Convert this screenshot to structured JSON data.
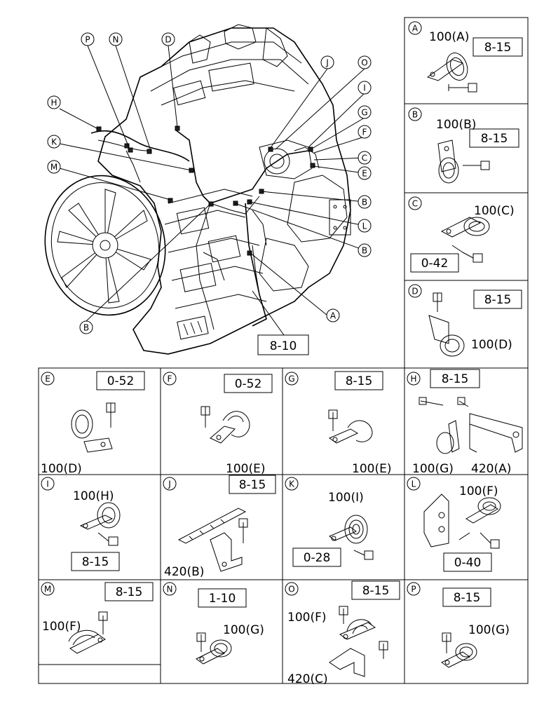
{
  "main_view": {
    "callouts": [
      "P",
      "N",
      "D",
      "J",
      "O",
      "I",
      "G",
      "F",
      "C",
      "E",
      "H",
      "K",
      "M",
      "B",
      "L",
      "B",
      "B",
      "A"
    ],
    "ref_box": "8-10"
  },
  "details": [
    {
      "letter": "A",
      "parts": [
        "100(A)"
      ],
      "refs": [
        "8-15"
      ]
    },
    {
      "letter": "B",
      "parts": [
        "100(B)"
      ],
      "refs": [
        "8-15"
      ]
    },
    {
      "letter": "C",
      "parts": [
        "100(C)"
      ],
      "refs": [
        "0-42"
      ]
    },
    {
      "letter": "D",
      "parts": [
        "100(D)"
      ],
      "refs": [
        "8-15"
      ]
    },
    {
      "letter": "E",
      "parts": [
        "100(D)"
      ],
      "refs": [
        "0-52"
      ]
    },
    {
      "letter": "F",
      "parts": [
        "100(E)"
      ],
      "refs": [
        "0-52"
      ]
    },
    {
      "letter": "G",
      "parts": [
        "100(E)"
      ],
      "refs": [
        "8-15"
      ]
    },
    {
      "letter": "H",
      "parts": [
        "100(G)",
        "420(A)"
      ],
      "refs": [
        "8-15"
      ]
    },
    {
      "letter": "I",
      "parts": [
        "100(H)"
      ],
      "refs": [
        "8-15"
      ]
    },
    {
      "letter": "J",
      "parts": [
        "420(B)"
      ],
      "refs": [
        "8-15"
      ]
    },
    {
      "letter": "K",
      "parts": [
        "100(I)"
      ],
      "refs": [
        "0-28"
      ]
    },
    {
      "letter": "L",
      "parts": [
        "100(F)"
      ],
      "refs": [
        "0-40"
      ]
    },
    {
      "letter": "M",
      "parts": [
        "100(F)"
      ],
      "refs": [
        "8-15"
      ]
    },
    {
      "letter": "N",
      "parts": [
        "100(G)"
      ],
      "refs": [
        "1-10"
      ]
    },
    {
      "letter": "O",
      "parts": [
        "100(F)",
        "420(C)"
      ],
      "refs": [
        "8-15"
      ]
    },
    {
      "letter": "P",
      "parts": [
        "100(G)"
      ],
      "refs": [
        "8-15"
      ]
    }
  ]
}
